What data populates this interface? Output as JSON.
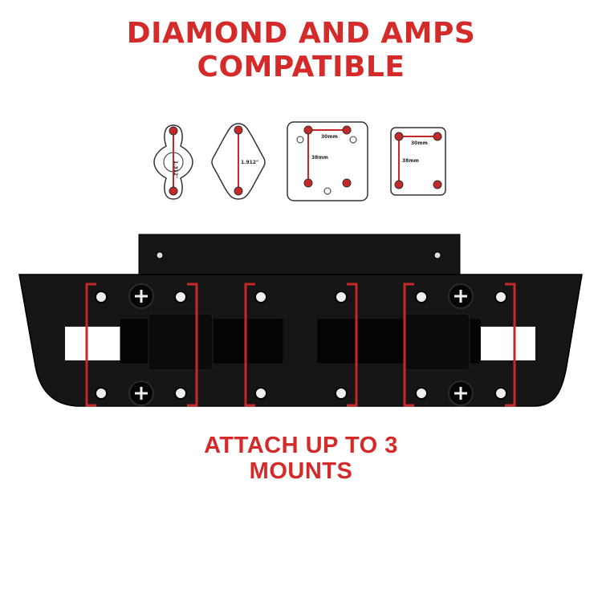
{
  "header": {
    "title_line_1": "DIAMOND AND AMPS",
    "title_line_2": "COMPATIBLE"
  },
  "patterns": {
    "diamond_two_hole_spacing": "1.312\"",
    "diamond_four_point_spacing": "1.912\"",
    "amps_square_horizontal": "30mm",
    "amps_square_vertical": "38mm",
    "amps_plate_horizontal": "30mm",
    "amps_plate_vertical": "38mm"
  },
  "footer": {
    "caption_line_1": "ATTACH UP TO 3",
    "caption_line_2": "MOUNTS"
  },
  "colors": {
    "accent": "#d42a2a",
    "plate": "#111111",
    "outline": "#333333"
  },
  "icons": {
    "pattern_1": "diamond-2-hole-icon",
    "pattern_2": "diamond-4-point-icon",
    "pattern_3": "amps-square-4-hole-icon",
    "pattern_4": "amps-plate-4-hole-icon"
  }
}
